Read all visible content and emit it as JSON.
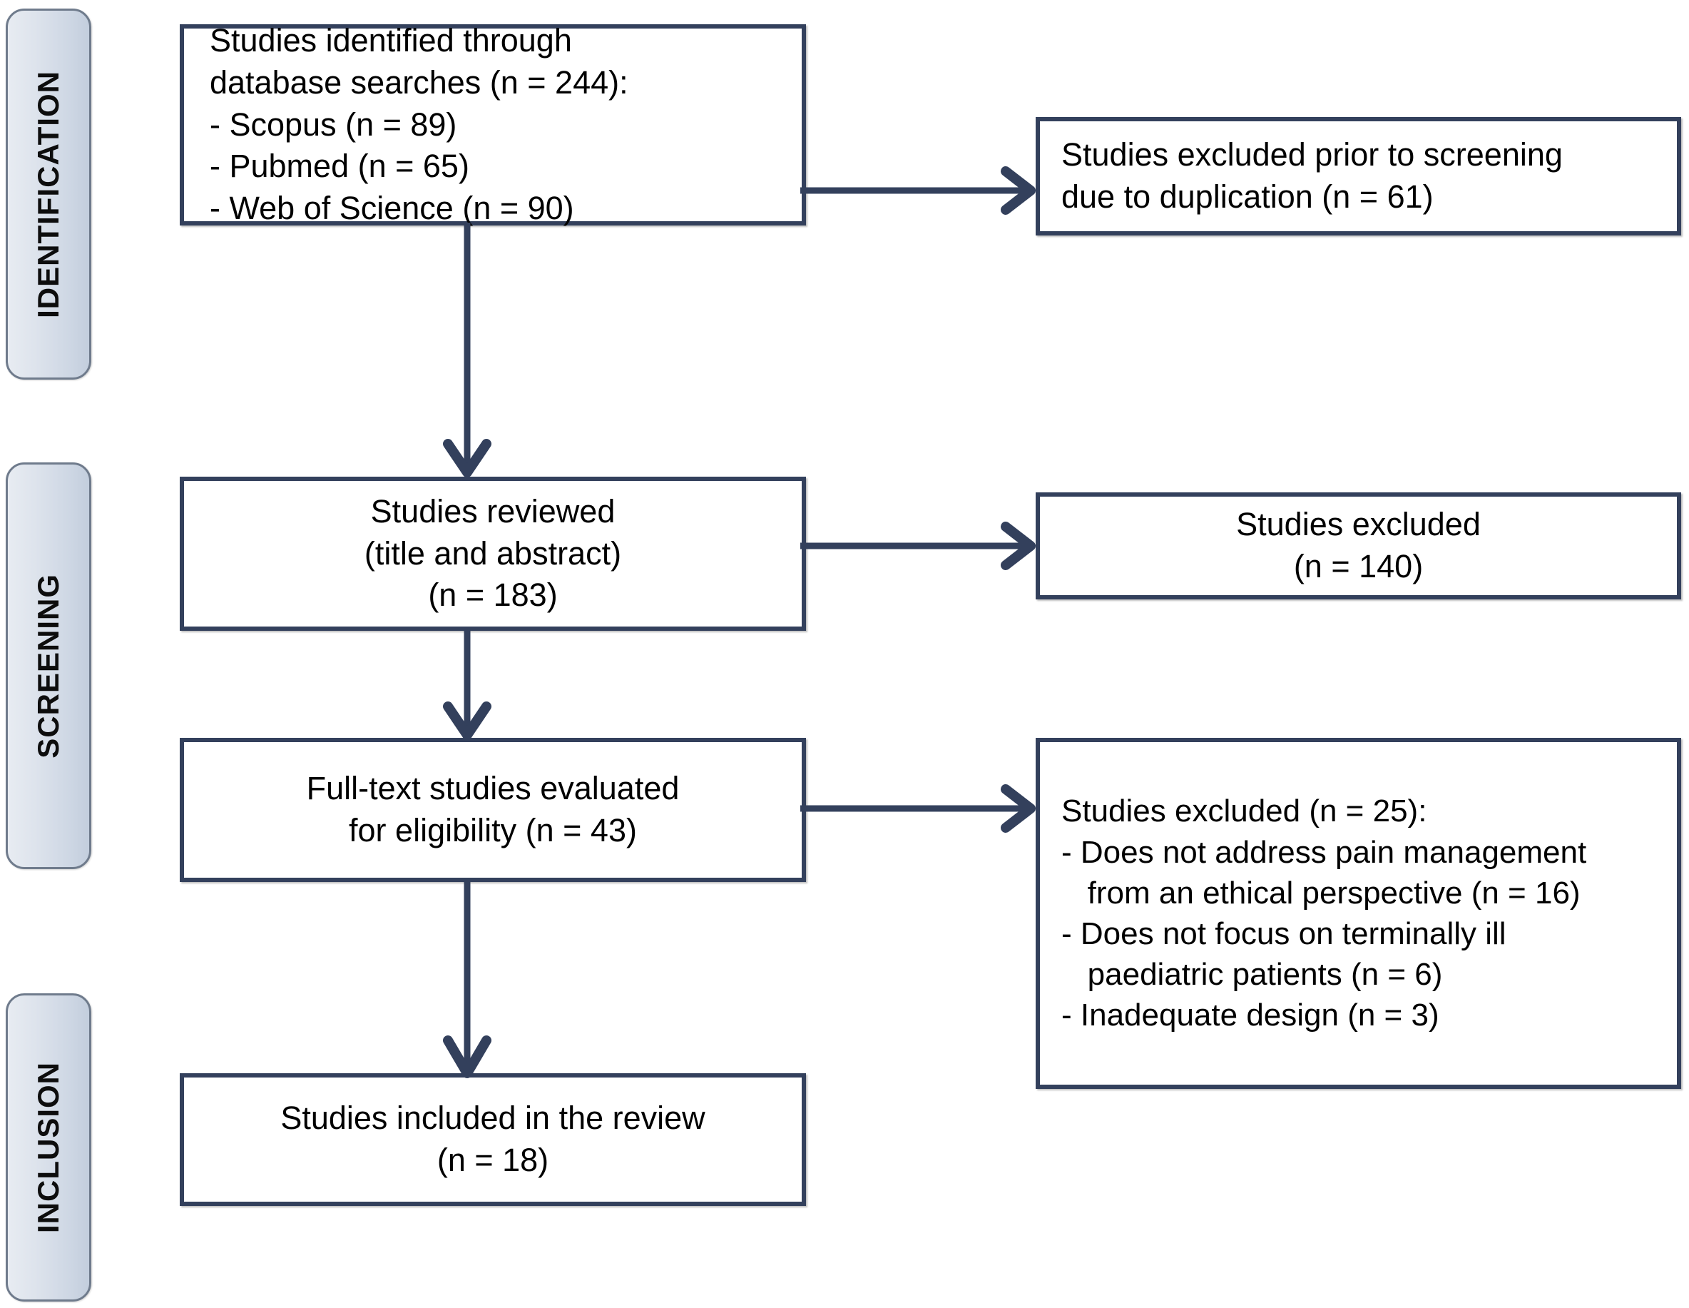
{
  "diagram": {
    "title": "PRISMA flow diagram",
    "accent_color": "#33405c",
    "stage_fill_color": "#d6dde8",
    "stage_border_color": "#6f7b8c"
  },
  "stages": [
    {
      "id": "identification",
      "label": "IDENTIFICATION"
    },
    {
      "id": "screening",
      "label": "SCREENING"
    },
    {
      "id": "inclusion",
      "label": "INCLUSION"
    }
  ],
  "boxes": {
    "identified": {
      "name": "studies-identified",
      "lines": [
        "Studies identified through",
        "database searches (n = 244):",
        "- Scopus (n = 89)",
        "- Pubmed (n = 65)",
        "- Web of Science (n = 90)"
      ]
    },
    "duplicates_excluded": {
      "name": "studies-excluded-duplication",
      "lines": [
        "Studies excluded prior to screening",
        "due to duplication (n = 61)"
      ]
    },
    "reviewed": {
      "name": "studies-reviewed",
      "lines": [
        "Studies reviewed",
        "(title and abstract)",
        "(n = 183)"
      ]
    },
    "screening_excluded": {
      "name": "studies-excluded-screening",
      "lines": [
        "Studies excluded",
        "(n = 140)"
      ]
    },
    "fulltext": {
      "name": "full-text-studies-evaluated",
      "lines": [
        "Full-text studies evaluated",
        "for eligibility (n = 43)"
      ]
    },
    "eligibility_excluded": {
      "name": "studies-excluded-eligibility",
      "lines": [
        "Studies excluded (n = 25):",
        "- Does not address pain management",
        "   from an ethical perspective (n = 16)",
        "- Does not focus on terminally ill",
        "   paediatric patients (n = 6)",
        "- Inadequate design (n = 3)"
      ]
    },
    "included": {
      "name": "studies-included-review",
      "lines": [
        "Studies included in the review",
        "(n = 18)"
      ]
    }
  },
  "chart_data": {
    "type": "diagram",
    "title": "PRISMA flow diagram",
    "nodes": [
      {
        "id": "identified",
        "stage": "IDENTIFICATION",
        "label": "Studies identified through database searches",
        "n": 244,
        "breakdown": [
          {
            "source": "Scopus",
            "n": 89
          },
          {
            "source": "Pubmed",
            "n": 65
          },
          {
            "source": "Web of Science",
            "n": 90
          }
        ]
      },
      {
        "id": "duplicates_excluded",
        "stage": "IDENTIFICATION",
        "label": "Studies excluded prior to screening due to duplication",
        "n": 61
      },
      {
        "id": "reviewed",
        "stage": "SCREENING",
        "label": "Studies reviewed (title and abstract)",
        "n": 183
      },
      {
        "id": "screening_excluded",
        "stage": "SCREENING",
        "label": "Studies excluded",
        "n": 140
      },
      {
        "id": "fulltext",
        "stage": "SCREENING",
        "label": "Full-text studies evaluated for eligibility",
        "n": 43
      },
      {
        "id": "eligibility_excluded",
        "stage": "SCREENING",
        "label": "Studies excluded",
        "n": 25,
        "reasons": [
          {
            "reason": "Does not address pain management from an ethical perspective",
            "n": 16
          },
          {
            "reason": "Does not focus on terminally ill paediatric patients",
            "n": 6
          },
          {
            "reason": "Inadequate design",
            "n": 3
          }
        ]
      },
      {
        "id": "included",
        "stage": "INCLUSION",
        "label": "Studies included in the review",
        "n": 18
      }
    ],
    "edges": [
      {
        "from": "identified",
        "to": "duplicates_excluded",
        "direction": "right"
      },
      {
        "from": "identified",
        "to": "reviewed",
        "direction": "down"
      },
      {
        "from": "reviewed",
        "to": "screening_excluded",
        "direction": "right"
      },
      {
        "from": "reviewed",
        "to": "fulltext",
        "direction": "down"
      },
      {
        "from": "fulltext",
        "to": "eligibility_excluded",
        "direction": "right"
      },
      {
        "from": "fulltext",
        "to": "included",
        "direction": "down"
      }
    ]
  }
}
